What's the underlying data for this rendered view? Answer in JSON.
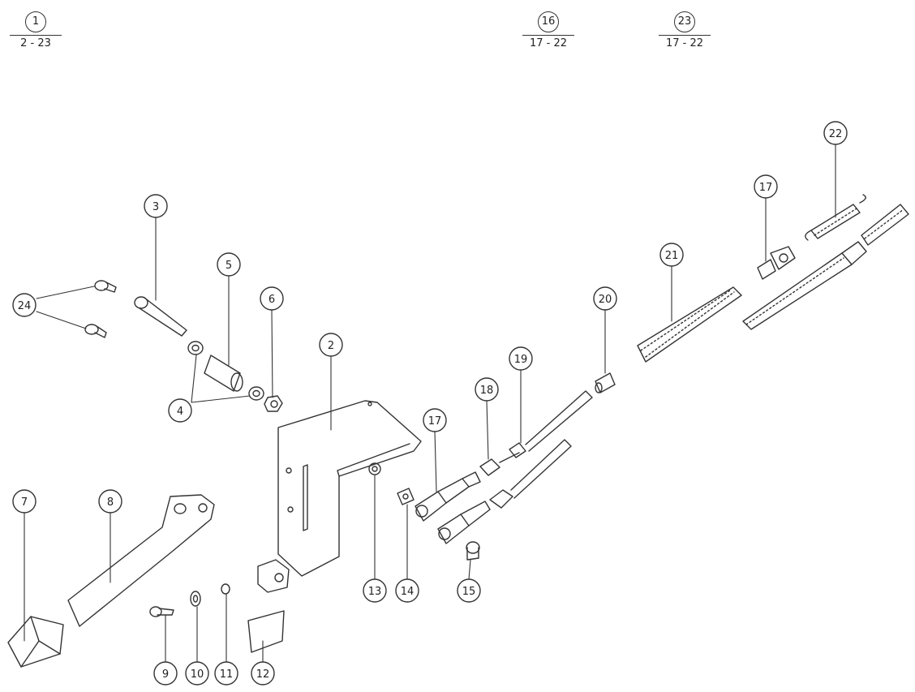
{
  "header_groups": [
    {
      "number": "1",
      "range": "2 - 23"
    },
    {
      "number": "16",
      "range": "17 - 22"
    },
    {
      "number": "23",
      "range": "17 - 22"
    }
  ],
  "callouts": {
    "c2": "2",
    "c3": "3",
    "c4": "4",
    "c5": "5",
    "c6": "6",
    "c7": "7",
    "c8": "8",
    "c9": "9",
    "c10": "10",
    "c11": "11",
    "c12": "12",
    "c13": "13",
    "c14": "14",
    "c15": "15",
    "c17a": "17",
    "c17b": "17",
    "c18": "18",
    "c19": "19",
    "c20": "20",
    "c21": "21",
    "c22": "22",
    "c24": "24"
  },
  "colors": {
    "line": "#333333",
    "background": "#ffffff"
  }
}
